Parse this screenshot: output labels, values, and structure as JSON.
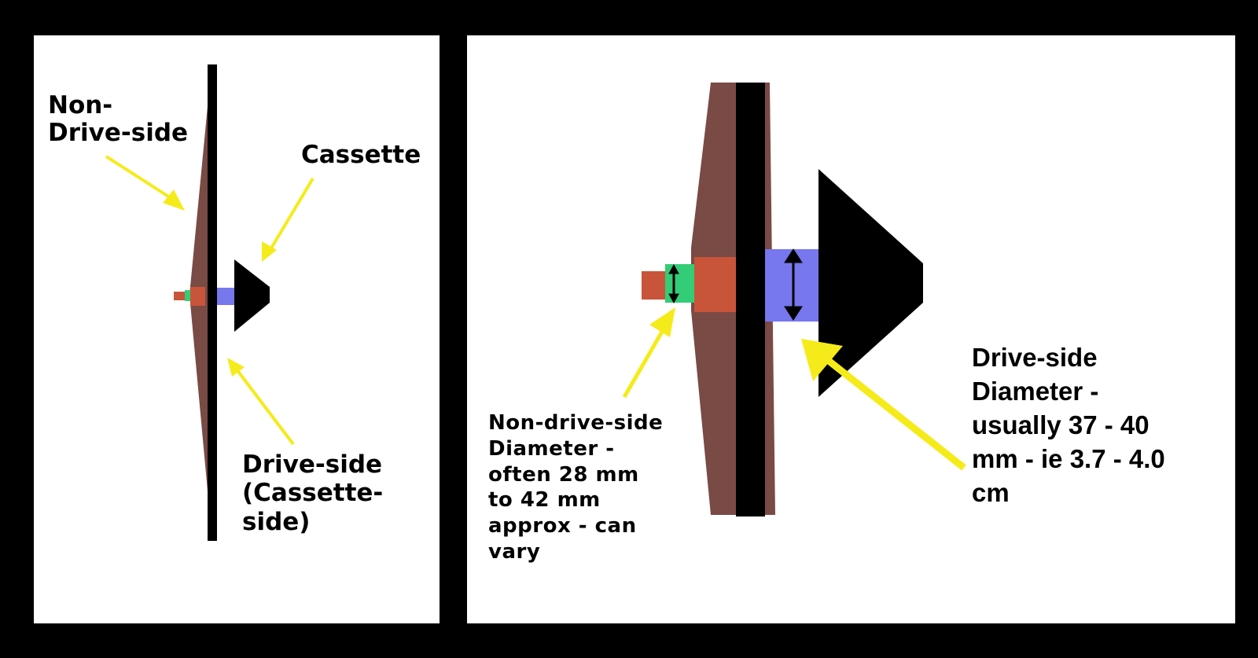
{
  "colors": {
    "background": "#000000",
    "panel": "#ffffff",
    "flange": "#7a4a45",
    "axle": "#000000",
    "spacer_orange": "#c8553a",
    "drive_side_body": "#7777ee",
    "non_drive_side_body": "#33cc77",
    "end_cap": "#c8553a",
    "cassette": "#000000",
    "arrow": "#f5eb1a"
  },
  "left_panel": {
    "labels": {
      "non_drive_side": "Non-\nDrive-side",
      "cassette": "Cassette",
      "drive_side": "Drive-side\n(Cassette-\nside)"
    },
    "icons": [
      "hub-axle",
      "hub-flange",
      "cassette-cone",
      "pointer-arrow"
    ]
  },
  "right_panel": {
    "labels": {
      "non_drive_side_diameter": "Non-drive-side\nDiameter -\noften 28 mm\nto 42 mm\napprox - can\nvary",
      "drive_side_diameter": "Drive-side\nDiameter -\nusually 37 - 40\nmm - ie 3.7 - 4.0\ncm"
    },
    "icons": [
      "hub-axle",
      "hub-flange",
      "cassette-cone",
      "pointer-arrow",
      "double-headed-arrow"
    ]
  }
}
